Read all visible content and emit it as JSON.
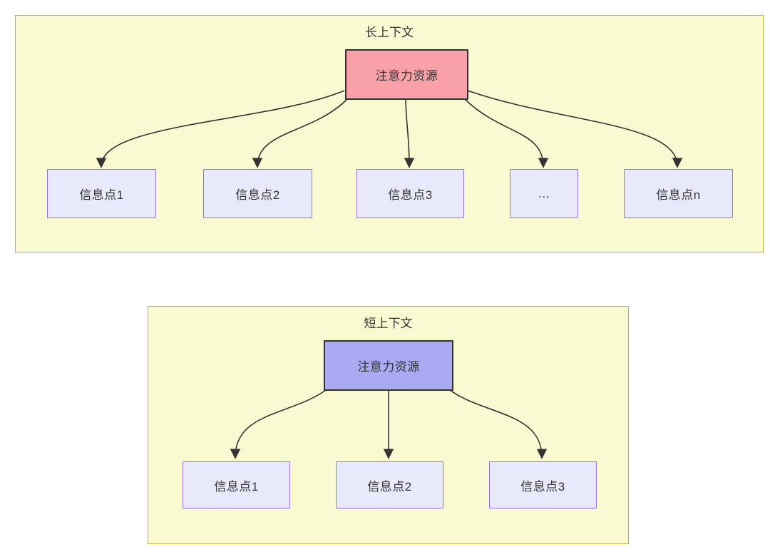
{
  "diagram": {
    "type": "attention-allocation-comparison",
    "panels": [
      {
        "title": "长上下文",
        "root_label": "注意力资源",
        "children": [
          "信息点1",
          "信息点2",
          "信息点3",
          "...",
          "信息点n"
        ]
      },
      {
        "title": "短上下文",
        "root_label": "注意力资源",
        "children": [
          "信息点1",
          "信息点2",
          "信息点3"
        ]
      }
    ],
    "colors": {
      "panel_fill": "#fafad2",
      "panel_border": "#b2b233",
      "root_fill_long": "#f8a1a8",
      "root_fill_short": "#aaaaf3",
      "node_border": "#333333",
      "child_fill": "#e9e9fc",
      "child_border": "#9370db",
      "edge": "#333333",
      "text": "#333333"
    }
  }
}
